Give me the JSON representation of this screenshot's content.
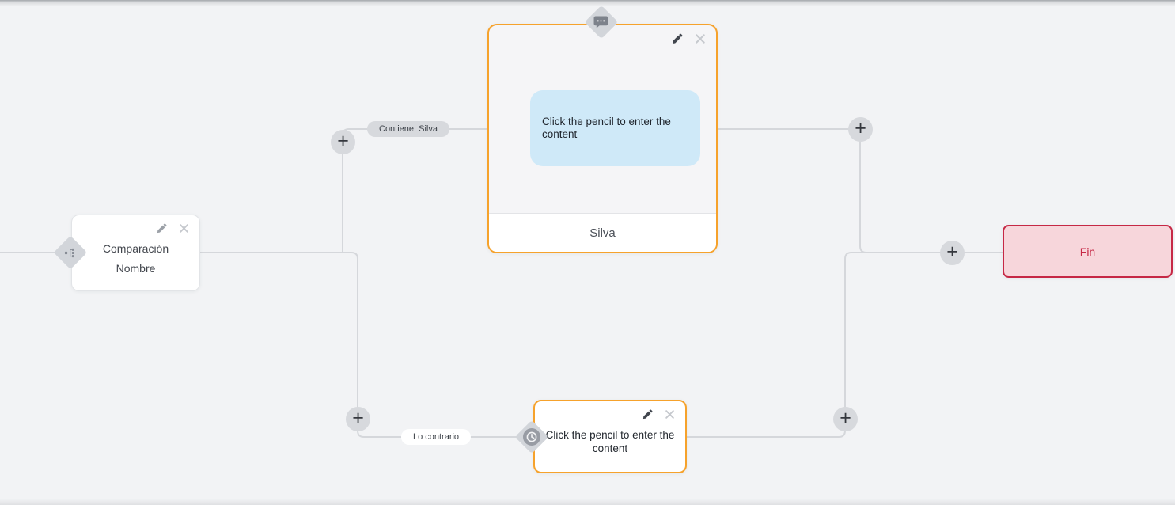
{
  "colors": {
    "background": "#f2f3f5",
    "connector": "#d5d7db",
    "node_accent_orange": "#f6a22c",
    "end_node_border": "#c62845",
    "end_node_fill": "#f7d6db",
    "message_bubble_fill": "#cfe9f8"
  },
  "nodes": {
    "condition": {
      "title_line1": "Comparación",
      "title_line2": "Nombre"
    },
    "message": {
      "body": "Click the pencil to enter the content",
      "footer": "Silva"
    },
    "wait": {
      "body": "Click the pencil to enter the content"
    },
    "end": {
      "label": "Fin"
    }
  },
  "edge_labels": {
    "contains": "Contiene: Silva",
    "otherwise": "Lo contrario"
  },
  "controls": {
    "add": "+"
  }
}
